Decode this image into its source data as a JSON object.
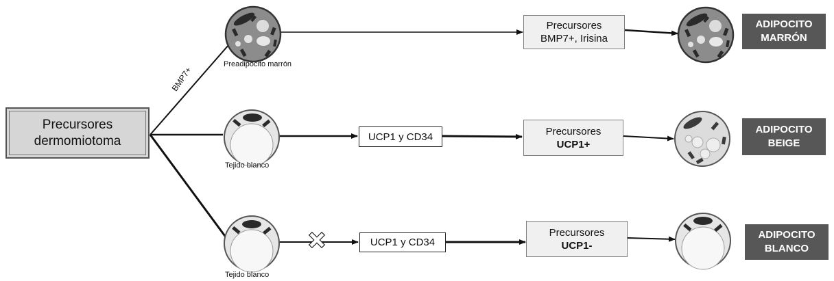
{
  "source": {
    "line1": "Precursores",
    "line2": "dermomiotoma"
  },
  "branch_label": "BMP7+",
  "cells": {
    "brown_preadipocyte": "Preadipocito marrón",
    "white_tissue_top": "Tejido blanco",
    "white_tissue_bottom": "Tejido blanco"
  },
  "mid_boxes": {
    "beige": "UCP1 y CD34",
    "white": "UCP1 y CD34"
  },
  "precursors": {
    "brown": {
      "line1": "Precursores",
      "line2": "BMP7+, Irisina"
    },
    "beige": {
      "line1": "Precursores",
      "line2": "UCP1+"
    },
    "white": {
      "line1": "Precursores",
      "line2": "UCP1-"
    }
  },
  "outputs": {
    "brown": {
      "line1": "ADIPOCITO",
      "line2": "MARRÓN"
    },
    "beige": {
      "line1": "ADIPOCITO",
      "line2": "BEIGE"
    },
    "white": {
      "line1": "ADIPOCITO",
      "line2": "BLANCO"
    }
  },
  "blocked_marker": "cross-icon",
  "colors": {
    "output_fill": "#575757",
    "cell_dark": "#404040",
    "cell_brown": "#909090",
    "cell_light": "#e8e8e8"
  }
}
